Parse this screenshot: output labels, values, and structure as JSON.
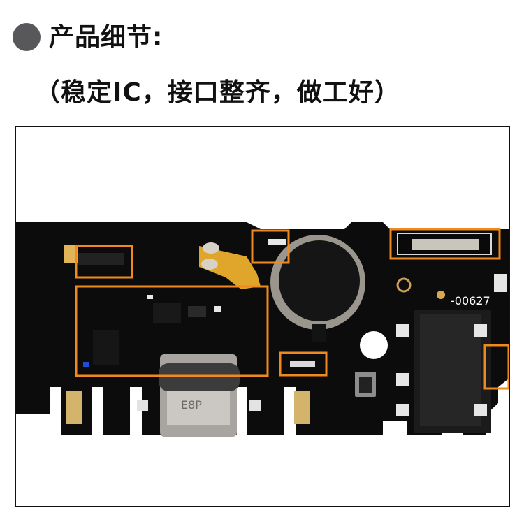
{
  "header": {
    "icon": "circle-bullet-icon",
    "icon_color": "#58585a",
    "title": "产品细节:"
  },
  "subtitle": "（稳定IC，接口整齐，做工好）",
  "photo": {
    "description_labels": {
      "usb_connector_marking": "E8P",
      "component_code": "-00627"
    },
    "highlight_color": "#f08a1c",
    "board_color": "#0c0c0c"
  }
}
